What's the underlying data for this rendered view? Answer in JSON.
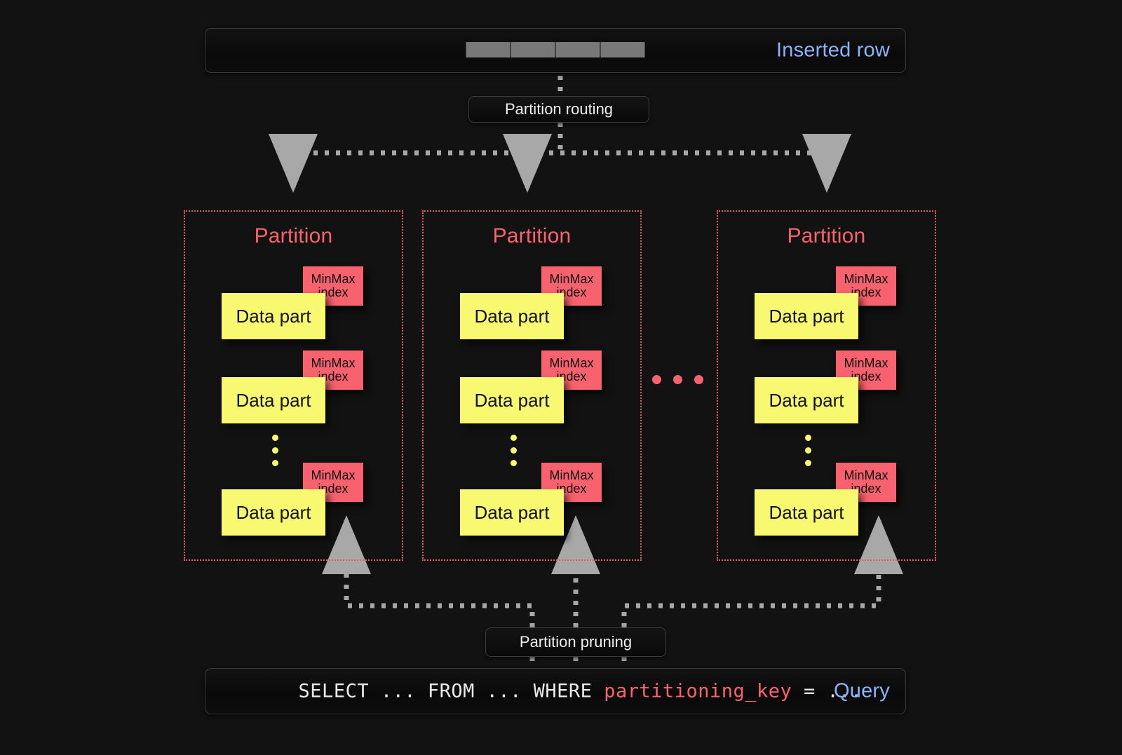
{
  "page": {
    "background_color": "#121212",
    "accent_red": "#f8626e",
    "accent_yellow": "#f9f871",
    "accent_blue": "#8ab4f8",
    "arrow_gray": "#a8a8a8"
  },
  "insert_flow": {
    "bar_label": "Inserted row",
    "row_cell_count": 4,
    "routing_label": "Partition routing"
  },
  "partitions": [
    {
      "title": "Partition",
      "parts": [
        {
          "name": "Data part",
          "index_line1": "MinMax",
          "index_line2": "index"
        },
        {
          "name": "Data part",
          "index_line1": "MinMax",
          "index_line2": "index"
        },
        {
          "name": "Data part",
          "index_line1": "MinMax",
          "index_line2": "index"
        }
      ],
      "ellipsis_dots": 3
    },
    {
      "title": "Partition",
      "parts": [
        {
          "name": "Data part",
          "index_line1": "MinMax",
          "index_line2": "index"
        },
        {
          "name": "Data part",
          "index_line1": "MinMax",
          "index_line2": "index"
        },
        {
          "name": "Data part",
          "index_line1": "MinMax",
          "index_line2": "index"
        }
      ],
      "ellipsis_dots": 3
    },
    {
      "title": "Partition",
      "parts": [
        {
          "name": "Data part",
          "index_line1": "MinMax",
          "index_line2": "index"
        },
        {
          "name": "Data part",
          "index_line1": "MinMax",
          "index_line2": "index"
        },
        {
          "name": "Data part",
          "index_line1": "MinMax",
          "index_line2": "index"
        }
      ],
      "ellipsis_dots": 3
    }
  ],
  "between_partitions_ellipsis_dots": 3,
  "query_flow": {
    "pruning_label": "Partition pruning",
    "bar_label": "Query",
    "sql_prefix": "SELECT ... FROM ... WHERE ",
    "sql_key": "partitioning_key",
    "sql_suffix": " = ..."
  }
}
